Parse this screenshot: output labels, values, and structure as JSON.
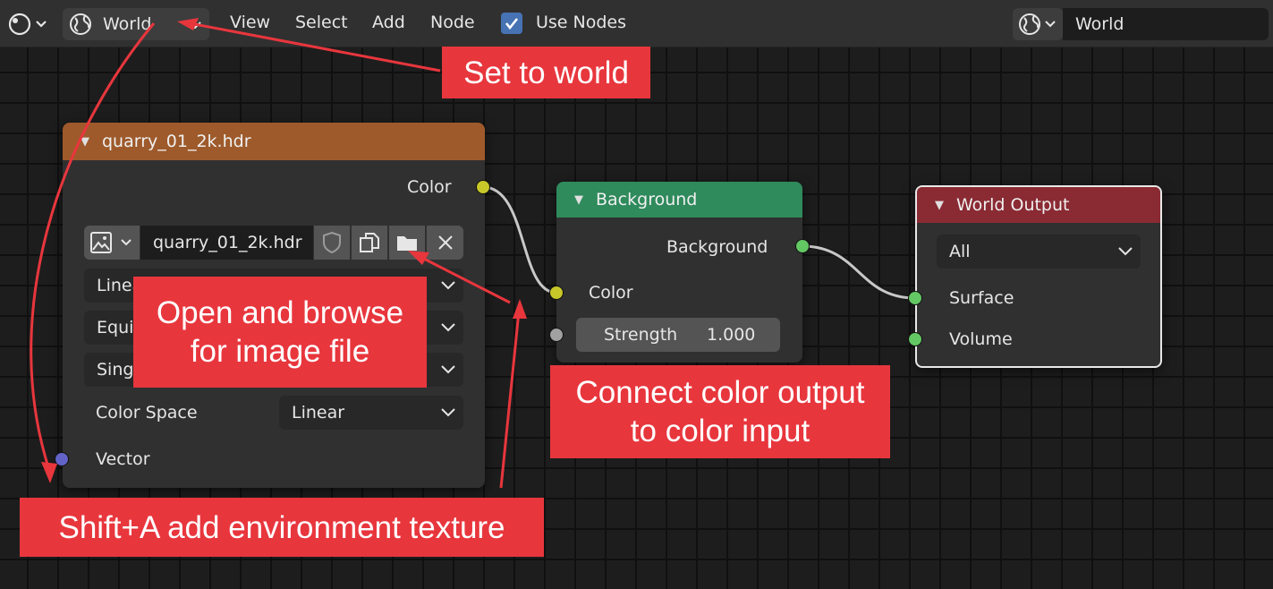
{
  "header": {
    "world_label": "World",
    "menu": [
      "View",
      "Select",
      "Add",
      "Node"
    ],
    "use_nodes_label": "Use Nodes",
    "use_nodes_checked": true,
    "world_name": "World"
  },
  "env_node": {
    "title": "quarry_01_2k.hdr",
    "output_color": "Color",
    "image_name": "quarry_01_2k.hdr",
    "interp_partial": "Linea",
    "projection_partial": "Equi",
    "extension_partial": "Sing",
    "color_space_label": "Color Space",
    "color_space_value": "Linear",
    "vector_label": "Vector",
    "header_color": "#9e5a2b"
  },
  "bg_node": {
    "title": "Background",
    "output": "Background",
    "input_color": "Color",
    "strength_label": "Strength",
    "strength_value": "1.000",
    "header_color": "#2f8a5c"
  },
  "out_node": {
    "title": "World Output",
    "target": "All",
    "surface": "Surface",
    "volume": "Volume",
    "header_color": "#8a2a33"
  },
  "annotations": {
    "set_world": "Set to world",
    "open_browse_1": "Open and browse",
    "open_browse_2": "for image file",
    "connect_1": "Connect color output",
    "connect_2": "to color input",
    "shift_a": "Shift+A add environment texture"
  },
  "colors": {
    "annotation": "#e8363d",
    "accent": "#4772b3"
  }
}
